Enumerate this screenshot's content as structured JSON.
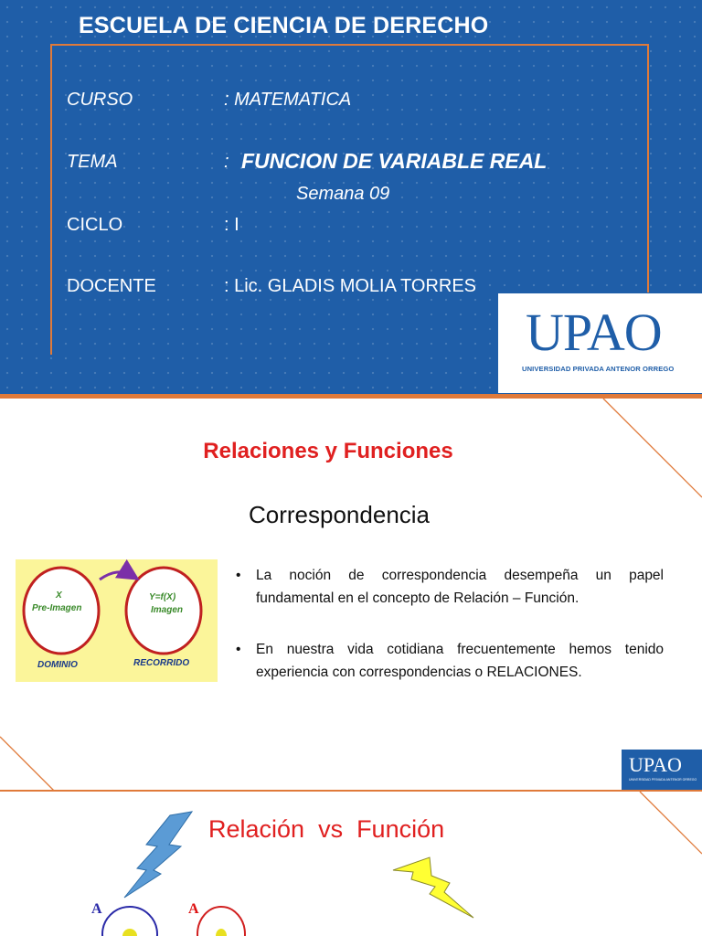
{
  "slide1": {
    "school": "ESCUELA DE CIENCIA DE DERECHO",
    "rows": [
      {
        "label": "CURSO",
        "value": ": MATEMATICA"
      },
      {
        "label": "TEMA",
        "value_prefix": ":",
        "value": "FUNCION DE VARIABLE REAL"
      },
      {
        "label": "CICLO",
        "value": ": I"
      },
      {
        "label": "DOCENTE",
        "value": ": Lic. GLADIS MOLIA TORRES"
      }
    ],
    "semana": "Semana 09",
    "logo": {
      "text": "UPAO",
      "sub": "UNIVERSIDAD PRIVADA ANTENOR ORREGO"
    }
  },
  "slide2": {
    "title": "Relaciones y Funciones",
    "subtitle": "Correspondencia",
    "diagram": {
      "left_top": "X",
      "left_mid": "Pre-Imagen",
      "left_label": "DOMINIO",
      "right_top": "Y=f(X)",
      "right_mid": "Imagen",
      "right_label": "RECORRIDO"
    },
    "bullets": [
      "La noción de correspondencia desempeña un papel fundamental en el concepto de Relación – Función.",
      "En nuestra vida cotidiana frecuentemente hemos tenido experiencia con correspondencias o RELACIONES."
    ],
    "logo": {
      "text": "UPAO",
      "sub": "UNIVERSIDAD PRIVADA ANTENOR ORREGO"
    }
  },
  "slide3": {
    "title": "Relación  vs  Función",
    "letters": [
      "A",
      "A"
    ]
  },
  "colors": {
    "primary_blue": "#1f5ea8",
    "accent_orange": "#e07a3a",
    "title_red": "#e02020",
    "diagram_bg": "#fbf59a"
  }
}
